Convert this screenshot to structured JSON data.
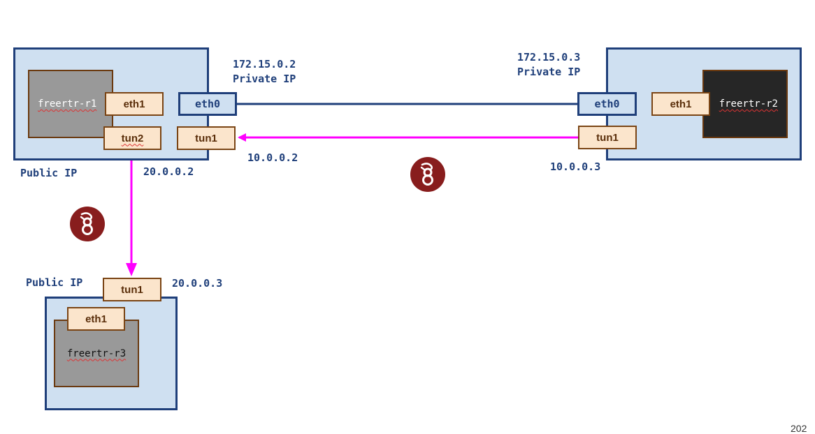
{
  "routers": {
    "r1": {
      "name": "freertr-r1",
      "eth1": "eth1",
      "tun2": "tun2",
      "eth0": "eth0",
      "tun1": "tun1"
    },
    "r2": {
      "name": "freertr-r2",
      "eth1": "eth1",
      "eth0": "eth0",
      "tun1": "tun1"
    },
    "r3": {
      "name": "freertr-r3",
      "eth1": "eth1",
      "tun1": "tun1"
    }
  },
  "labels": {
    "r1_private_ip": "172.15.0.2",
    "r1_private_caption": "Private IP",
    "r2_private_ip": "172.15.0.3",
    "r2_private_caption": "Private IP",
    "r1_public_caption": "Public IP",
    "r1_public_ip": "20.0.0.2",
    "r1_tun1_ip": "10.0.0.2",
    "r2_tun1_ip": "10.0.0.3",
    "r3_public_caption": "Public IP",
    "r3_public_ip": "20.0.0.3"
  },
  "icons": {
    "tunnel_badge": "wireguard-icon"
  },
  "colors": {
    "host_fill": "#cfe0f1",
    "host_border": "#1f3f7a",
    "tunnel_link": "#ff00ff",
    "ethernet_link": "#1f3f7a",
    "wireguard_red": "#881d1d"
  },
  "footer": "202"
}
